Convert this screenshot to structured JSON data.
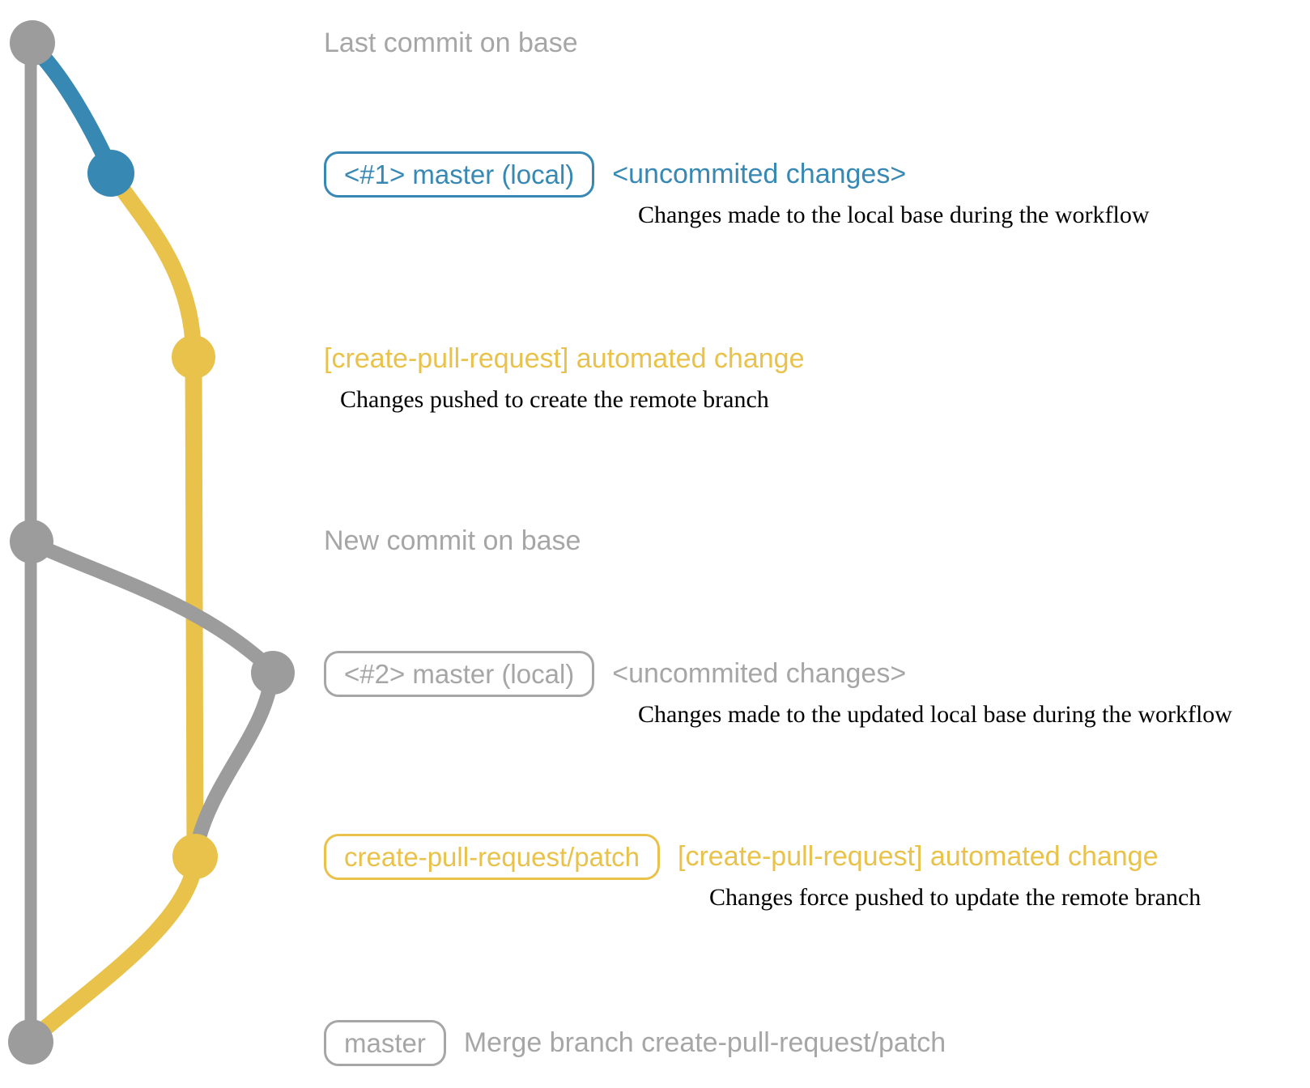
{
  "colors": {
    "base_gray": "#9c9c9c",
    "label_gray": "#a6a6a6",
    "blue": "#3789b4",
    "yellow": "#e8c24a",
    "annotation_black": "#000000",
    "background": "#ffffff"
  },
  "graph": {
    "branches": [
      {
        "id": "base",
        "description": "remote base branch (master)",
        "color_key": "base_gray"
      },
      {
        "id": "master-local-1",
        "description": "local master during first workflow run",
        "color_key": "blue"
      },
      {
        "id": "create-pull-request-patch",
        "description": "create-pull-request/patch branch",
        "color_key": "yellow"
      },
      {
        "id": "master-local-2",
        "description": "updated local master during second workflow run",
        "color_key": "base_gray"
      }
    ],
    "commits": [
      {
        "id": "last-commit-on-base",
        "color_key": "base_gray"
      },
      {
        "id": "uncommitted-changes-1",
        "color_key": "blue"
      },
      {
        "id": "automated-change-1",
        "color_key": "yellow"
      },
      {
        "id": "new-commit-on-base",
        "color_key": "base_gray"
      },
      {
        "id": "uncommitted-changes-2",
        "color_key": "base_gray"
      },
      {
        "id": "automated-change-2",
        "color_key": "yellow"
      },
      {
        "id": "merge-commit",
        "color_key": "base_gray"
      }
    ]
  },
  "rows": {
    "last_commit_on_base": {
      "label": "Last commit on base"
    },
    "row1": {
      "tag": "<#1> master (local)",
      "note": "<uncommited changes>",
      "detail": "Changes made to the local base during the workflow"
    },
    "row2": {
      "note": "[create-pull-request] automated change",
      "detail": "Changes pushed to create the remote branch"
    },
    "new_commit_on_base": {
      "label": "New commit on base"
    },
    "row4": {
      "tag": "<#2> master (local)",
      "note": "<uncommited changes>",
      "detail": "Changes made to the updated local base during the workflow"
    },
    "row5": {
      "tag": "create-pull-request/patch",
      "note": "[create-pull-request] automated change",
      "detail": "Changes force pushed to update the remote branch"
    },
    "row6": {
      "tag": "master",
      "note": "Merge branch create-pull-request/patch"
    }
  }
}
